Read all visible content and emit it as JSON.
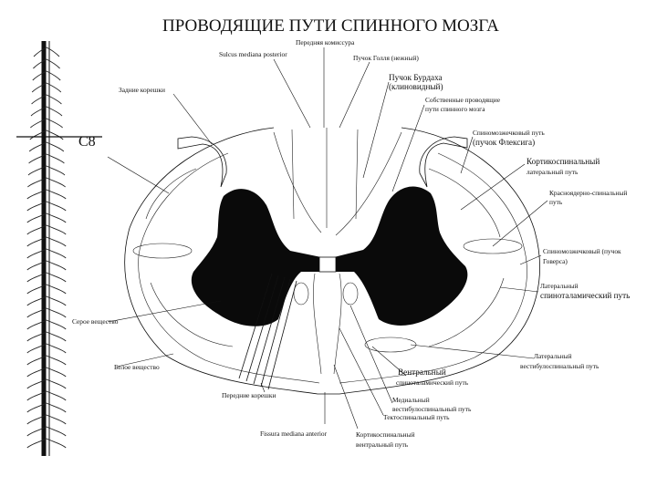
{
  "title": "ПРОВОДЯЩИЕ ПУТИ СПИННОГО МОЗГА",
  "segment_label": "C8",
  "labels": {
    "anterior_commissure": "Передняя комиссура",
    "sulcus_posterior": "Sulcus mediana posterior",
    "goll": "Пучок Голля (нежный)",
    "burdach_1": "Пучок Бурдаха",
    "burdach_2": "(клиновидный)",
    "own_paths_1": "Собственные проводящие",
    "own_paths_2": "пути спинного мозга",
    "dorsal_roots": "Задние корешки",
    "flechsig_1": "Спиномозжечковый путь",
    "flechsig_2": "(пучок Флексига)",
    "corticospinal_lat_1": "Кортикоспинальный",
    "corticospinal_lat_2": "латеральный путь",
    "rubrospinal_1": "Красноядерно-спинальный",
    "rubrospinal_2": "путь",
    "gowers_1": "Спиномозжечковый (пучок",
    "gowers_2": "Говерса)",
    "spinothal_lat_1": "Латеральный",
    "spinothal_lat_2": "спиноталамический путь",
    "grey_matter": "Серое вещество",
    "white_matter": "Белое вещество",
    "ventral_roots": "Передние корешки",
    "vestibulo_lat_1": "Латеральный",
    "vestibulo_lat_2": "вестибулоспинальный путь",
    "spinothal_vent_1": "Вентральный",
    "spinothal_vent_2": "спиноталамический путь",
    "vestibulo_med_1": "Медиальный",
    "vestibulo_med_2": "вестибулоспинальный путь",
    "tectospinal": "Тектоспинальный путь",
    "fissura": "Fissura mediana anterior",
    "corticospinal_vent_1": "Кортикоспинальный",
    "corticospinal_vent_2": "вентральный путь"
  }
}
